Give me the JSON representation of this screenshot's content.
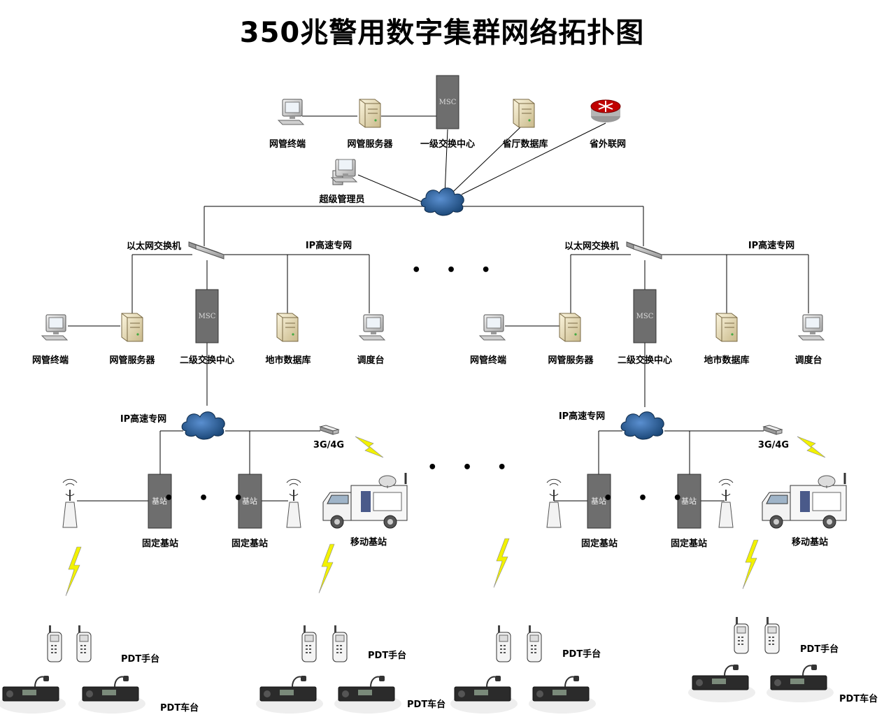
{
  "title": "350兆警用数字集群网络拓扑图",
  "top": {
    "nms_terminal": "网管终端",
    "nms_server": "网管服务器",
    "msc_l1": "一级交换中心",
    "msc_tag": "MSC",
    "province_db": "省厅数据库",
    "external_net": "省外联网",
    "super_admin": "超级管理员"
  },
  "regions": [
    {
      "switch": "以太网交换机",
      "ip_net_upper": "IP高速专网",
      "nms_terminal": "网管终端",
      "nms_server": "网管服务器",
      "msc_l2": "二级交换中心",
      "msc_tag": "MSC",
      "city_db": "地市数据库",
      "dispatch": "调度台",
      "ip_net_lower": "IP高速专网",
      "g34": "3G/4G",
      "bs_tag": "基站",
      "fixed_bs_1": "固定基站",
      "fixed_bs_2": "固定基站",
      "mobile_bs": "移动基站"
    },
    {
      "switch": "以太网交换机",
      "ip_net_upper": "IP高速专网",
      "nms_terminal": "网管终端",
      "nms_server": "网管服务器",
      "msc_l2": "二级交换中心",
      "msc_tag": "MSC",
      "city_db": "地市数据库",
      "dispatch": "调度台",
      "ip_net_lower": "IP高速专网",
      "g34": "3G/4G",
      "bs_tag": "基站",
      "fixed_bs_1": "固定基站",
      "fixed_bs_2": "固定基站",
      "mobile_bs": "移动基站"
    }
  ],
  "terminals": [
    {
      "handset": "PDT手台",
      "vehicle": "PDT车台"
    },
    {
      "handset": "PDT手台",
      "vehicle": "PDT车台"
    },
    {
      "handset": "PDT手台",
      "vehicle": ""
    },
    {
      "handset": "PDT手台",
      "vehicle": "PDT车台"
    }
  ],
  "ellipsis": "• • •",
  "colors": {
    "msc_fill": "#6e6e6e",
    "cloud_fill": "#1f4e79",
    "cloud_light": "#4f86c6",
    "line": "#000000",
    "bolt": "#f2f200",
    "router": "#c00000"
  }
}
